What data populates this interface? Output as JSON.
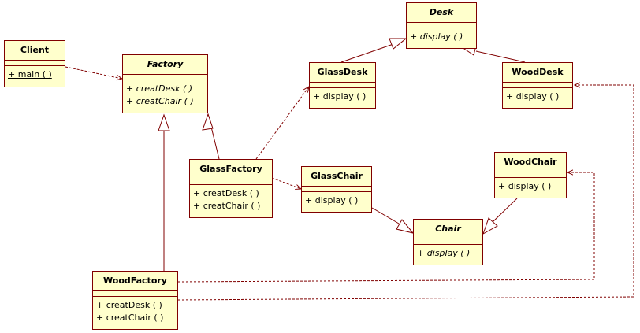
{
  "classes": {
    "client": {
      "name": "Client",
      "abstract": false,
      "ops": [
        "+ main ( )"
      ]
    },
    "factory": {
      "name": "Factory",
      "abstract": true,
      "ops": [
        "+ creatDesk ( )",
        "+ creatChair ( )"
      ]
    },
    "desk": {
      "name": "Desk",
      "abstract": true,
      "ops": [
        "+ display ( )"
      ]
    },
    "glass_desk": {
      "name": "GlassDesk",
      "abstract": false,
      "ops": [
        "+ display ( )"
      ]
    },
    "wood_desk": {
      "name": "WoodDesk",
      "abstract": false,
      "ops": [
        "+ display ( )"
      ]
    },
    "glass_factory": {
      "name": "GlassFactory",
      "abstract": false,
      "ops": [
        "+ creatDesk ( )",
        "+ creatChair ( )"
      ]
    },
    "glass_chair": {
      "name": "GlassChair",
      "abstract": false,
      "ops": [
        "+ display ( )"
      ]
    },
    "wood_chair": {
      "name": "WoodChair",
      "abstract": false,
      "ops": [
        "+ display ( )"
      ]
    },
    "chair": {
      "name": "Chair",
      "abstract": true,
      "ops": [
        "+ display ( )"
      ]
    },
    "wood_factory": {
      "name": "WoodFactory",
      "abstract": false,
      "ops": [
        "+ creatDesk ( )",
        "+ creatChair ( )"
      ]
    }
  },
  "relations": [
    {
      "type": "dependency",
      "from": "client",
      "to": "factory"
    },
    {
      "type": "generalization",
      "from": "glass_factory",
      "to": "factory"
    },
    {
      "type": "generalization",
      "from": "wood_factory",
      "to": "factory"
    },
    {
      "type": "generalization",
      "from": "glass_desk",
      "to": "desk"
    },
    {
      "type": "generalization",
      "from": "wood_desk",
      "to": "desk"
    },
    {
      "type": "generalization",
      "from": "glass_chair",
      "to": "chair"
    },
    {
      "type": "generalization",
      "from": "wood_chair",
      "to": "chair"
    },
    {
      "type": "dependency",
      "from": "glass_factory",
      "to": "glass_desk"
    },
    {
      "type": "dependency",
      "from": "glass_factory",
      "to": "glass_chair"
    },
    {
      "type": "dependency",
      "from": "wood_factory",
      "to": "wood_chair"
    },
    {
      "type": "dependency",
      "from": "wood_factory",
      "to": "wood_desk"
    }
  ],
  "colors": {
    "box_fill": "#ffffcc",
    "line": "#800000",
    "text": "#000000"
  }
}
